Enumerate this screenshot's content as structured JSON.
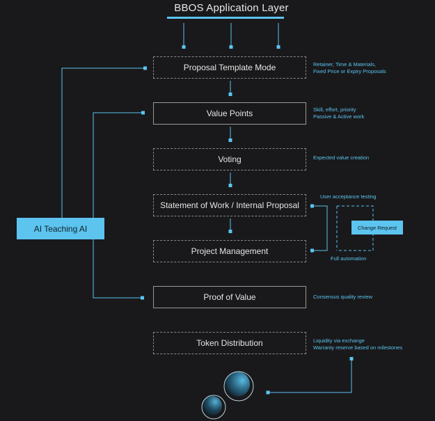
{
  "title": "BBOS Application Layer",
  "stages": [
    {
      "id": "proposal",
      "label": "Proposal Template Mode",
      "style": "dashed",
      "notes": [
        "Retainer, Time & Materials,",
        "Fixed Price or Expiry Proposals"
      ]
    },
    {
      "id": "value-points",
      "label": "Value Points",
      "style": "solid",
      "notes": [
        "Skill, effort, priority",
        "Passive & Active work"
      ]
    },
    {
      "id": "voting",
      "label": "Voting",
      "style": "dashed",
      "notes": [
        "Expected value creation"
      ]
    },
    {
      "id": "sow",
      "label": "Statement of Work / Internal Proposal",
      "style": "dashed",
      "notes": []
    },
    {
      "id": "pm",
      "label": "Project Management",
      "style": "dashed",
      "notes": []
    },
    {
      "id": "proof",
      "label": "Proof of Value",
      "style": "solid",
      "notes": [
        "Consensus quality review"
      ]
    },
    {
      "id": "token",
      "label": "Token Distribution",
      "style": "dashed",
      "notes": [
        "Liquidity via exchange",
        "Warranty reserve based on milestones"
      ]
    }
  ],
  "loop": {
    "top_label": "User acceptance testing",
    "bottom_label": "Full automation",
    "change_request": "Change Request"
  },
  "ai": {
    "label": "AI Teaching AI"
  },
  "colors": {
    "accent": "#5cc4ef",
    "background": "#19191b",
    "box_border": "#8a8a8a",
    "text": "#e6e6e6"
  }
}
